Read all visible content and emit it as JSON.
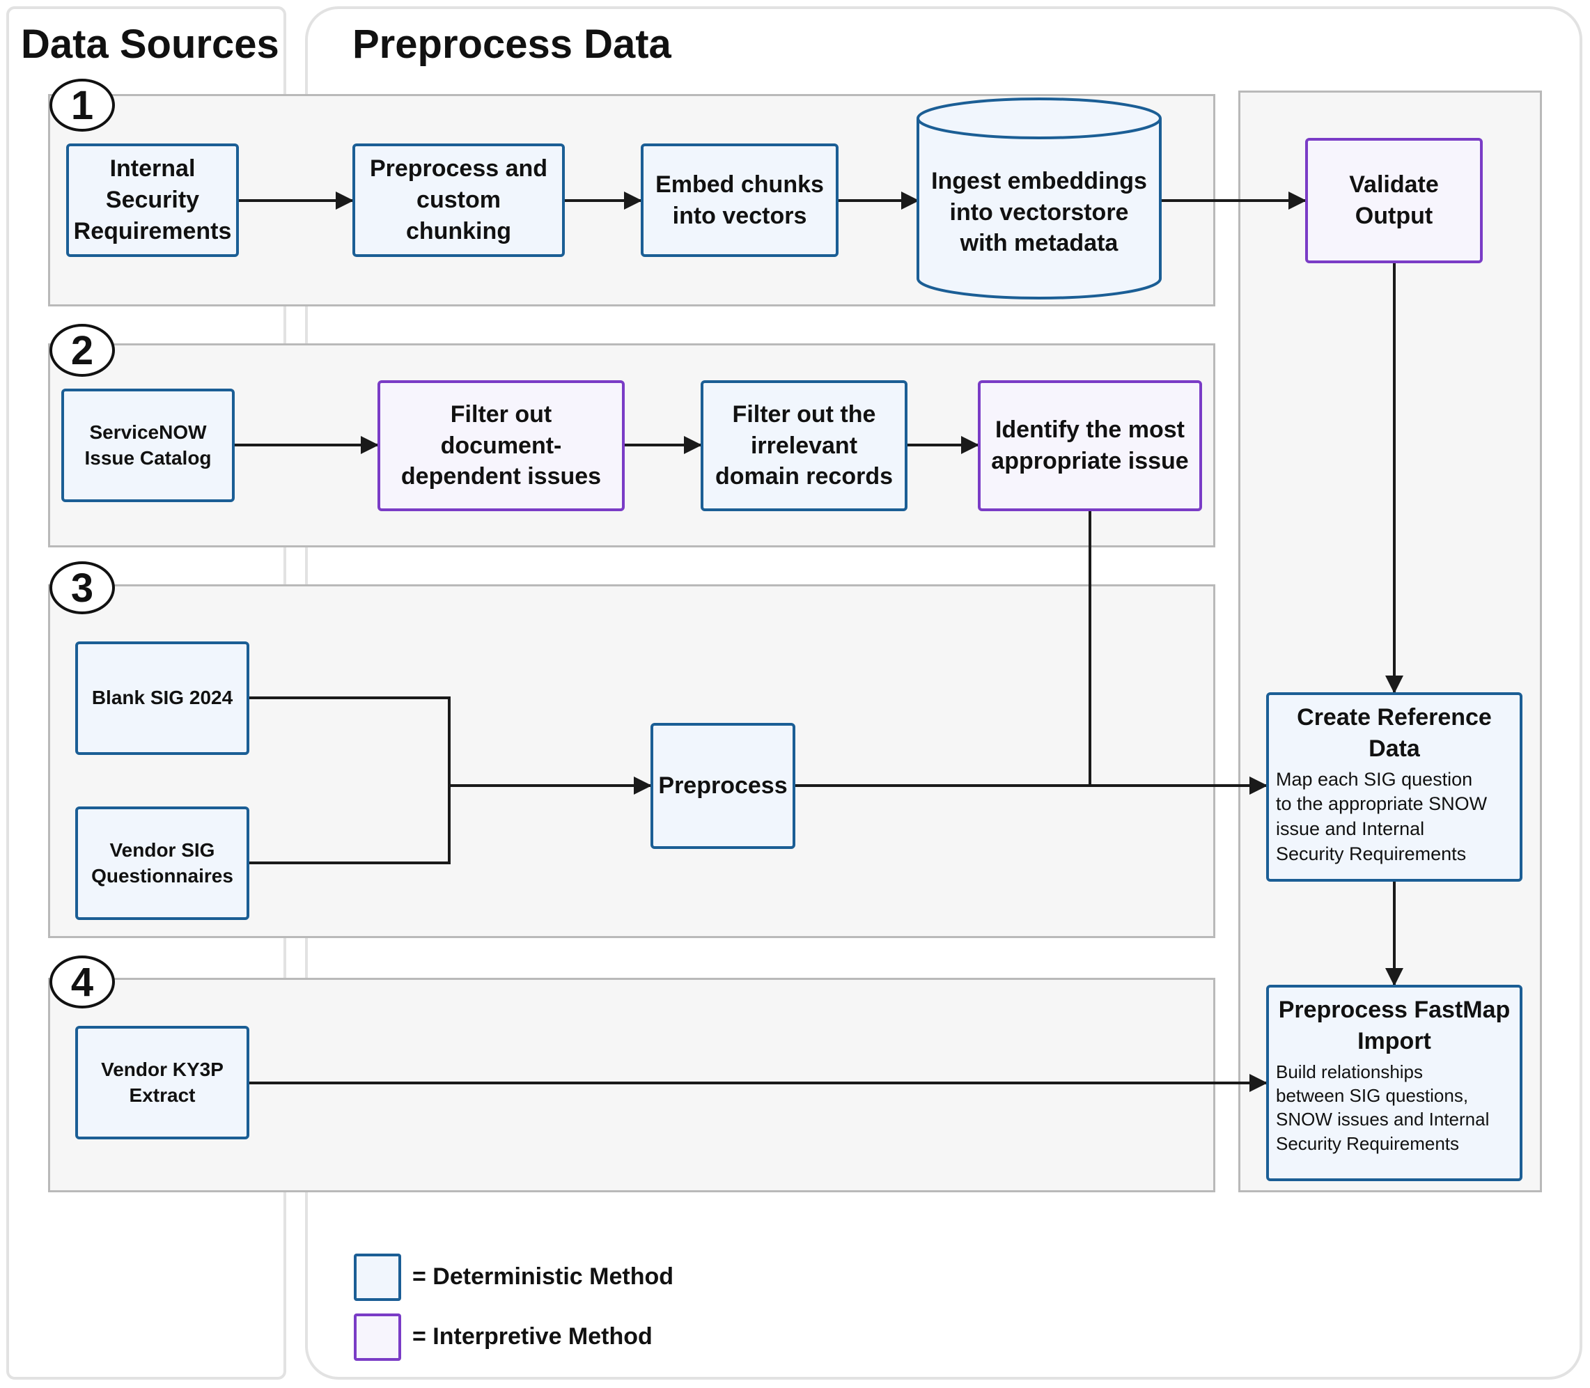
{
  "columns": {
    "data_sources": "Data Sources",
    "preprocess_data": "Preprocess Data"
  },
  "lanes": [
    {
      "number": "1"
    },
    {
      "number": "2"
    },
    {
      "number": "3"
    },
    {
      "number": "4"
    }
  ],
  "nodes": {
    "internal_security_requirements": "Internal\nSecurity\nRequirements",
    "preprocess_custom_chunking": "Preprocess and\ncustom chunking",
    "embed_chunks": "Embed chunks\ninto vectors",
    "ingest_embeddings": "Ingest embeddings\ninto vectorstore\nwith metadata",
    "validate_output": "Validate\nOutput",
    "servicenow_issue_catalog": "ServiceNOW\nIssue Catalog",
    "filter_document_dependent": "Filter out document-\ndependent issues",
    "filter_irrelevant_domain": "Filter out the\nirrelevant\ndomain records",
    "identify_most_appropriate": "Identify the most\nappropriate issue",
    "blank_sig_2024": "Blank SIG 2024",
    "vendor_sig_questionnaires": "Vendor SIG\nQuestionnaires",
    "preprocess": "Preprocess",
    "create_reference_data": {
      "title": "Create Reference\nData",
      "description": "Map each SIG question\nto the appropriate SNOW\nissue and Internal\nSecurity Requirements"
    },
    "vendor_ky3p_extract": "Vendor KY3P\nExtract",
    "preprocess_fastmap_import": {
      "title": "Preprocess FastMap\nImport",
      "description": "Build relationships\nbetween SIG questions,\nSNOW issues and Internal\nSecurity Requirements"
    }
  },
  "legend": {
    "deterministic": "= Deterministic Method",
    "interpretive": "= Interpretive Method"
  },
  "colors": {
    "deterministic_border": "#1b5e95",
    "deterministic_fill": "#f1f6fd",
    "interpretive_border": "#7a3cc6",
    "interpretive_fill": "#f7f5fd",
    "band_fill": "#f6f6f6",
    "arrow": "#1a1a1a"
  }
}
